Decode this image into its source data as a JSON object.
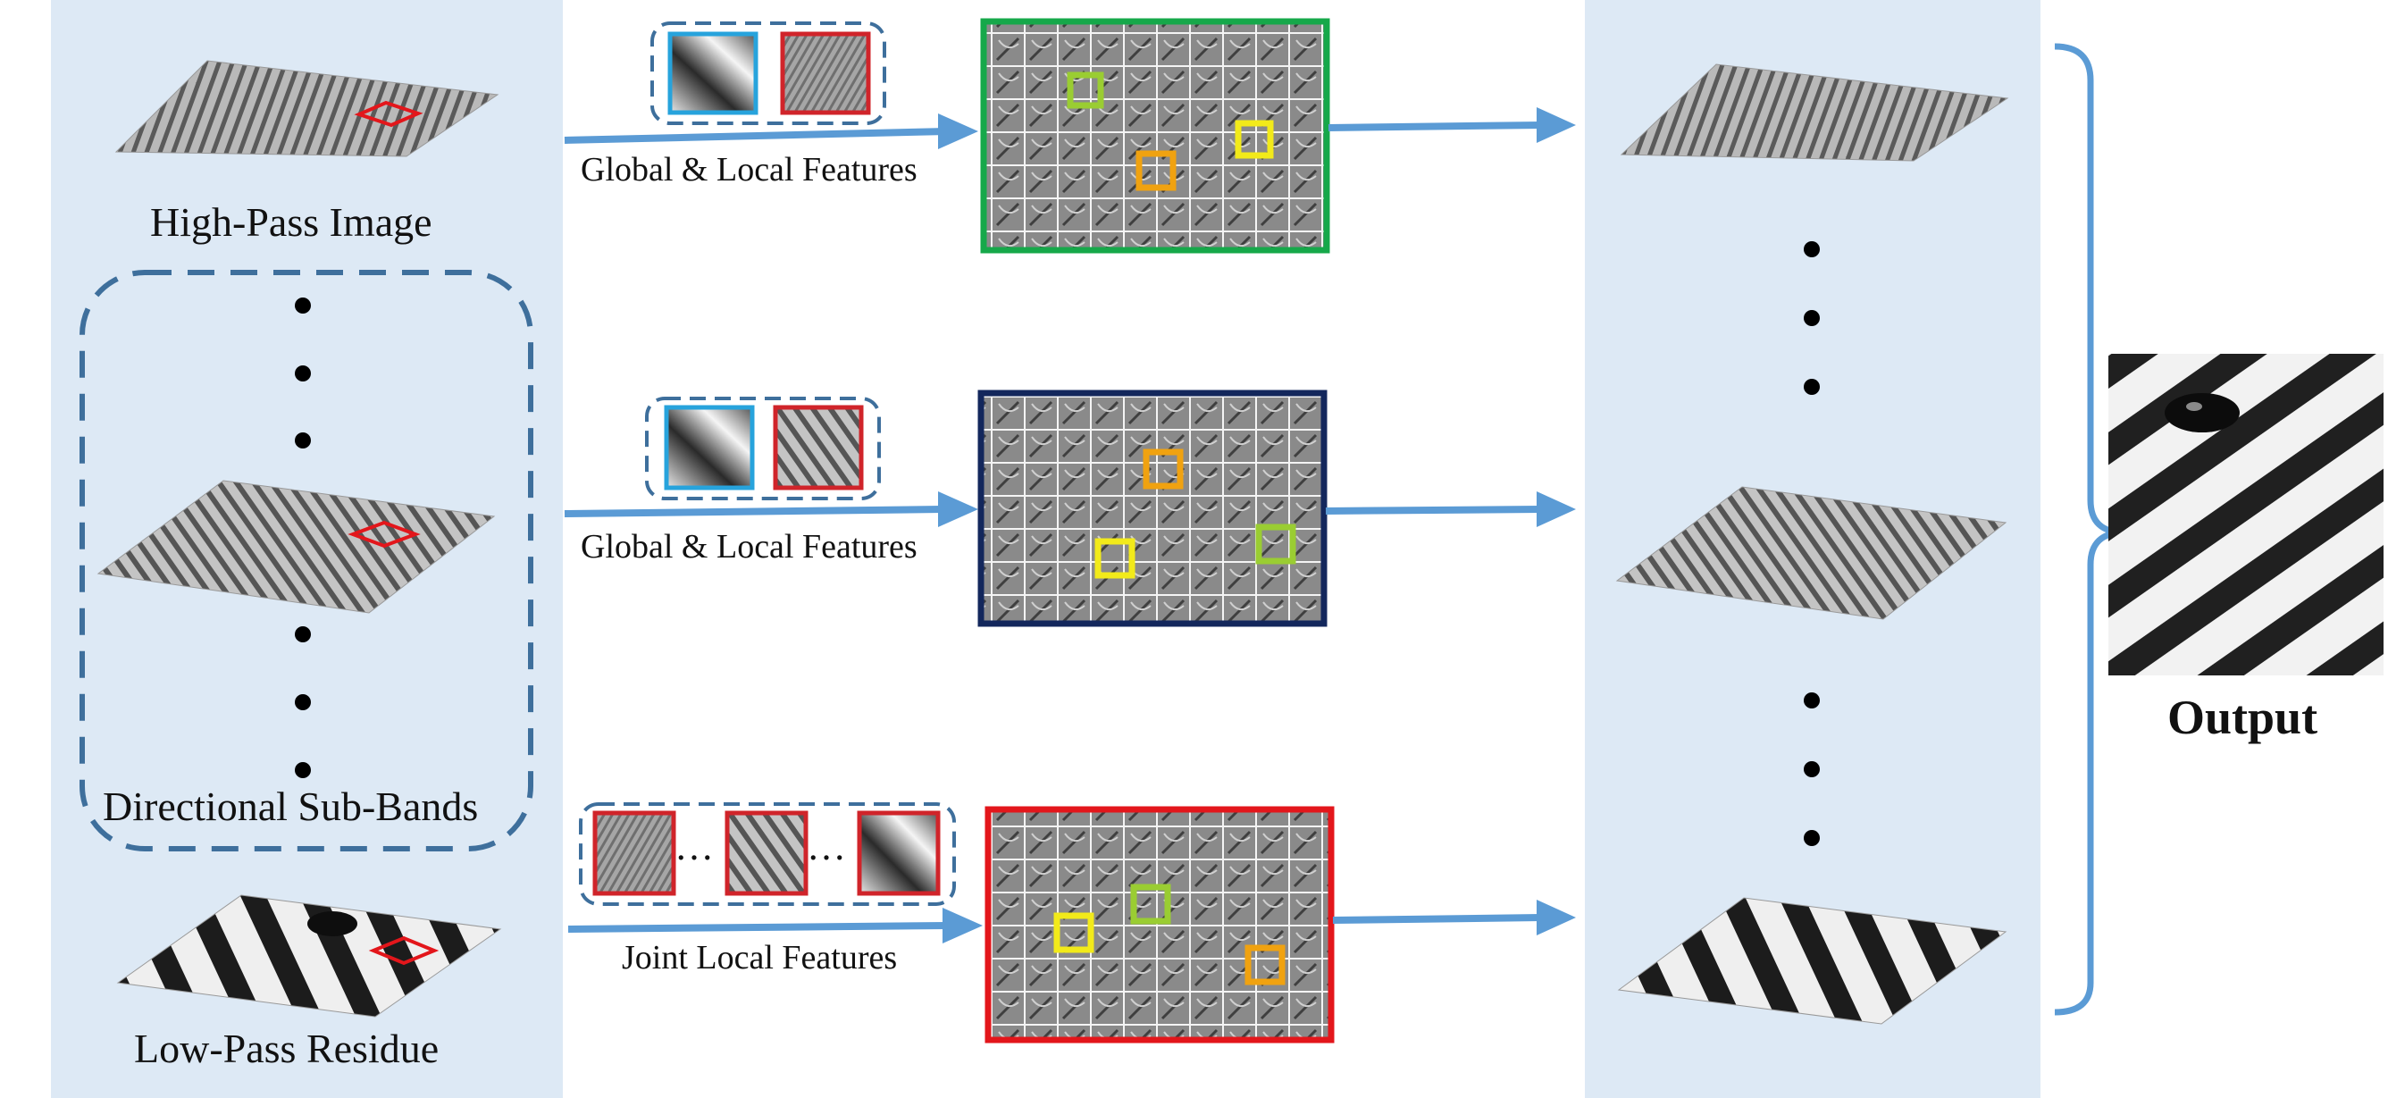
{
  "labels": {
    "high_pass": "High-Pass Image",
    "sub_bands": "Directional Sub-Bands",
    "low_pass": "Low-Pass Residue",
    "features_1": "Global & Local Features",
    "features_2": "Global & Local Features",
    "features_3": "Joint Local Features",
    "output": "Output",
    "ellipsis": "…"
  },
  "colors": {
    "panel_bg": "#dde9f5",
    "arrow": "#5b9bd5",
    "dash": "#3e6f9c",
    "frame_green": "#16a84a",
    "frame_navy": "#13275c",
    "frame_red": "#e3161b",
    "patch_blue": "#27a3dc",
    "patch_red": "#d0242a",
    "marker_lime": "#9acd32",
    "marker_yellow": "#f2ea1a",
    "marker_orange": "#f0a210"
  }
}
